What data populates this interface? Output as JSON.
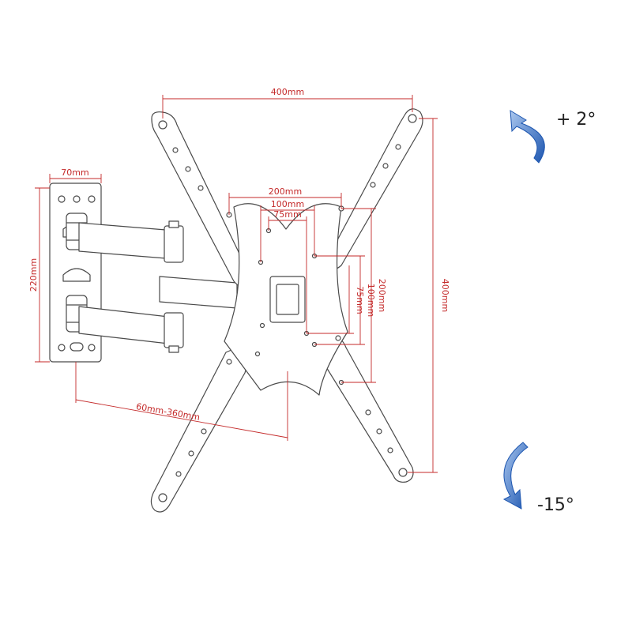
{
  "dimensions": {
    "top_width": "400mm",
    "right_height": "400mm",
    "vesa_200_width": "200mm",
    "vesa_100_width": "100mm",
    "vesa_75_width": "75mm",
    "vesa_200_height": "200mm",
    "vesa_100_height": "100mm",
    "vesa_75_height": "75mm",
    "wall_plate_width": "70mm",
    "wall_plate_height": "220mm",
    "extension_range": "60mm-360mm"
  },
  "tilt": {
    "up_label": "+ 2°",
    "down_label": "-15°"
  },
  "colors": {
    "dimension": "#c42a2a",
    "outline": "#4a4a4a",
    "arrow_light": "#a9c6ee",
    "arrow_dark": "#1d56b0"
  },
  "icons": [
    "tilt-up-arrow-icon",
    "tilt-down-arrow-icon"
  ]
}
